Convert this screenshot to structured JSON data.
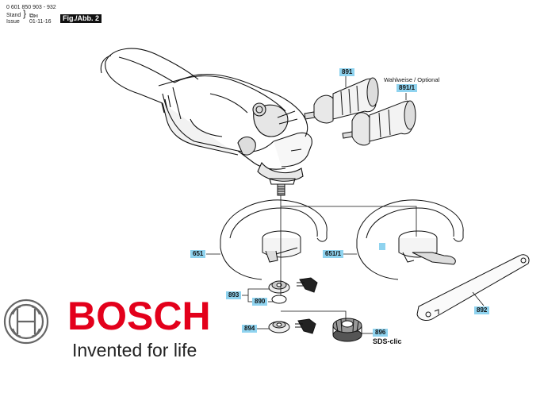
{
  "header": {
    "doc_number": "0 601 850 903 - 932",
    "stand_label": "Stand",
    "issue_label": "Issue",
    "issue_date": "01-11-16",
    "figure_tag": "Fig./Abb. 2"
  },
  "optional_note": "Wahlweise / Optional",
  "callouts": {
    "c891": "891",
    "c891_1": "891/1",
    "c651": "651",
    "c651_1": "651/1",
    "c893": "893",
    "c890": "890",
    "c894": "894",
    "c896": "896",
    "c892": "892"
  },
  "sds_label": "SDS-clic",
  "brand": {
    "name": "BOSCH",
    "slogan": "Invented for life",
    "color": "#e3001b"
  },
  "colors": {
    "callout_bg": "#8fd3ef",
    "ink": "#111111"
  }
}
